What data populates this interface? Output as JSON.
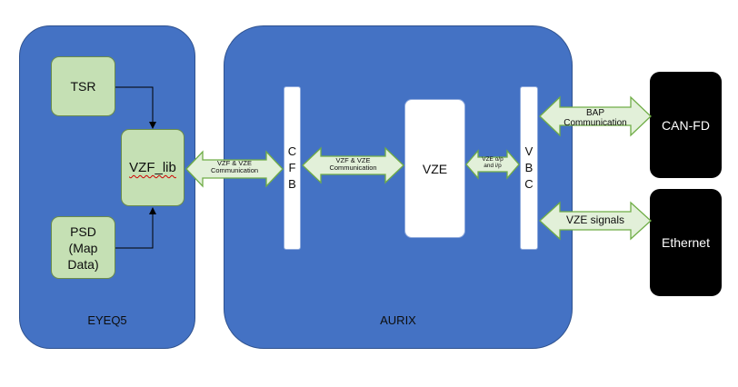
{
  "panels": {
    "eyeq5": {
      "label": "EYEQ5"
    },
    "aurix": {
      "label": "AURIX"
    }
  },
  "blocks": {
    "tsr": "TSR",
    "vzf_lib": "VZF_lib",
    "psd_lines": [
      "PSD",
      "(Map",
      "Data)"
    ],
    "cfb_letters": [
      "C",
      "F",
      "B"
    ],
    "vze": "VZE",
    "vbc_letters": [
      "V",
      "B",
      "C"
    ],
    "can_fd": "CAN-FD",
    "ethernet": "Ethernet"
  },
  "arrows": {
    "vzf_cfb": [
      "VZF & VZE",
      "Communication"
    ],
    "cfb_vze": [
      "VZF & VZE",
      "Communication"
    ],
    "vze_vbc": [
      "VZE o/p",
      "and i/p"
    ],
    "bap": [
      "BAP",
      "Communication"
    ],
    "vze_signals": "VZE signals"
  },
  "colors": {
    "panel_fill": "#4472c4",
    "green_fill": "#c5e0b4",
    "arrow_fill": "#e2f0d9",
    "arrow_stroke": "#70ad47",
    "dark_block": "#000000"
  }
}
